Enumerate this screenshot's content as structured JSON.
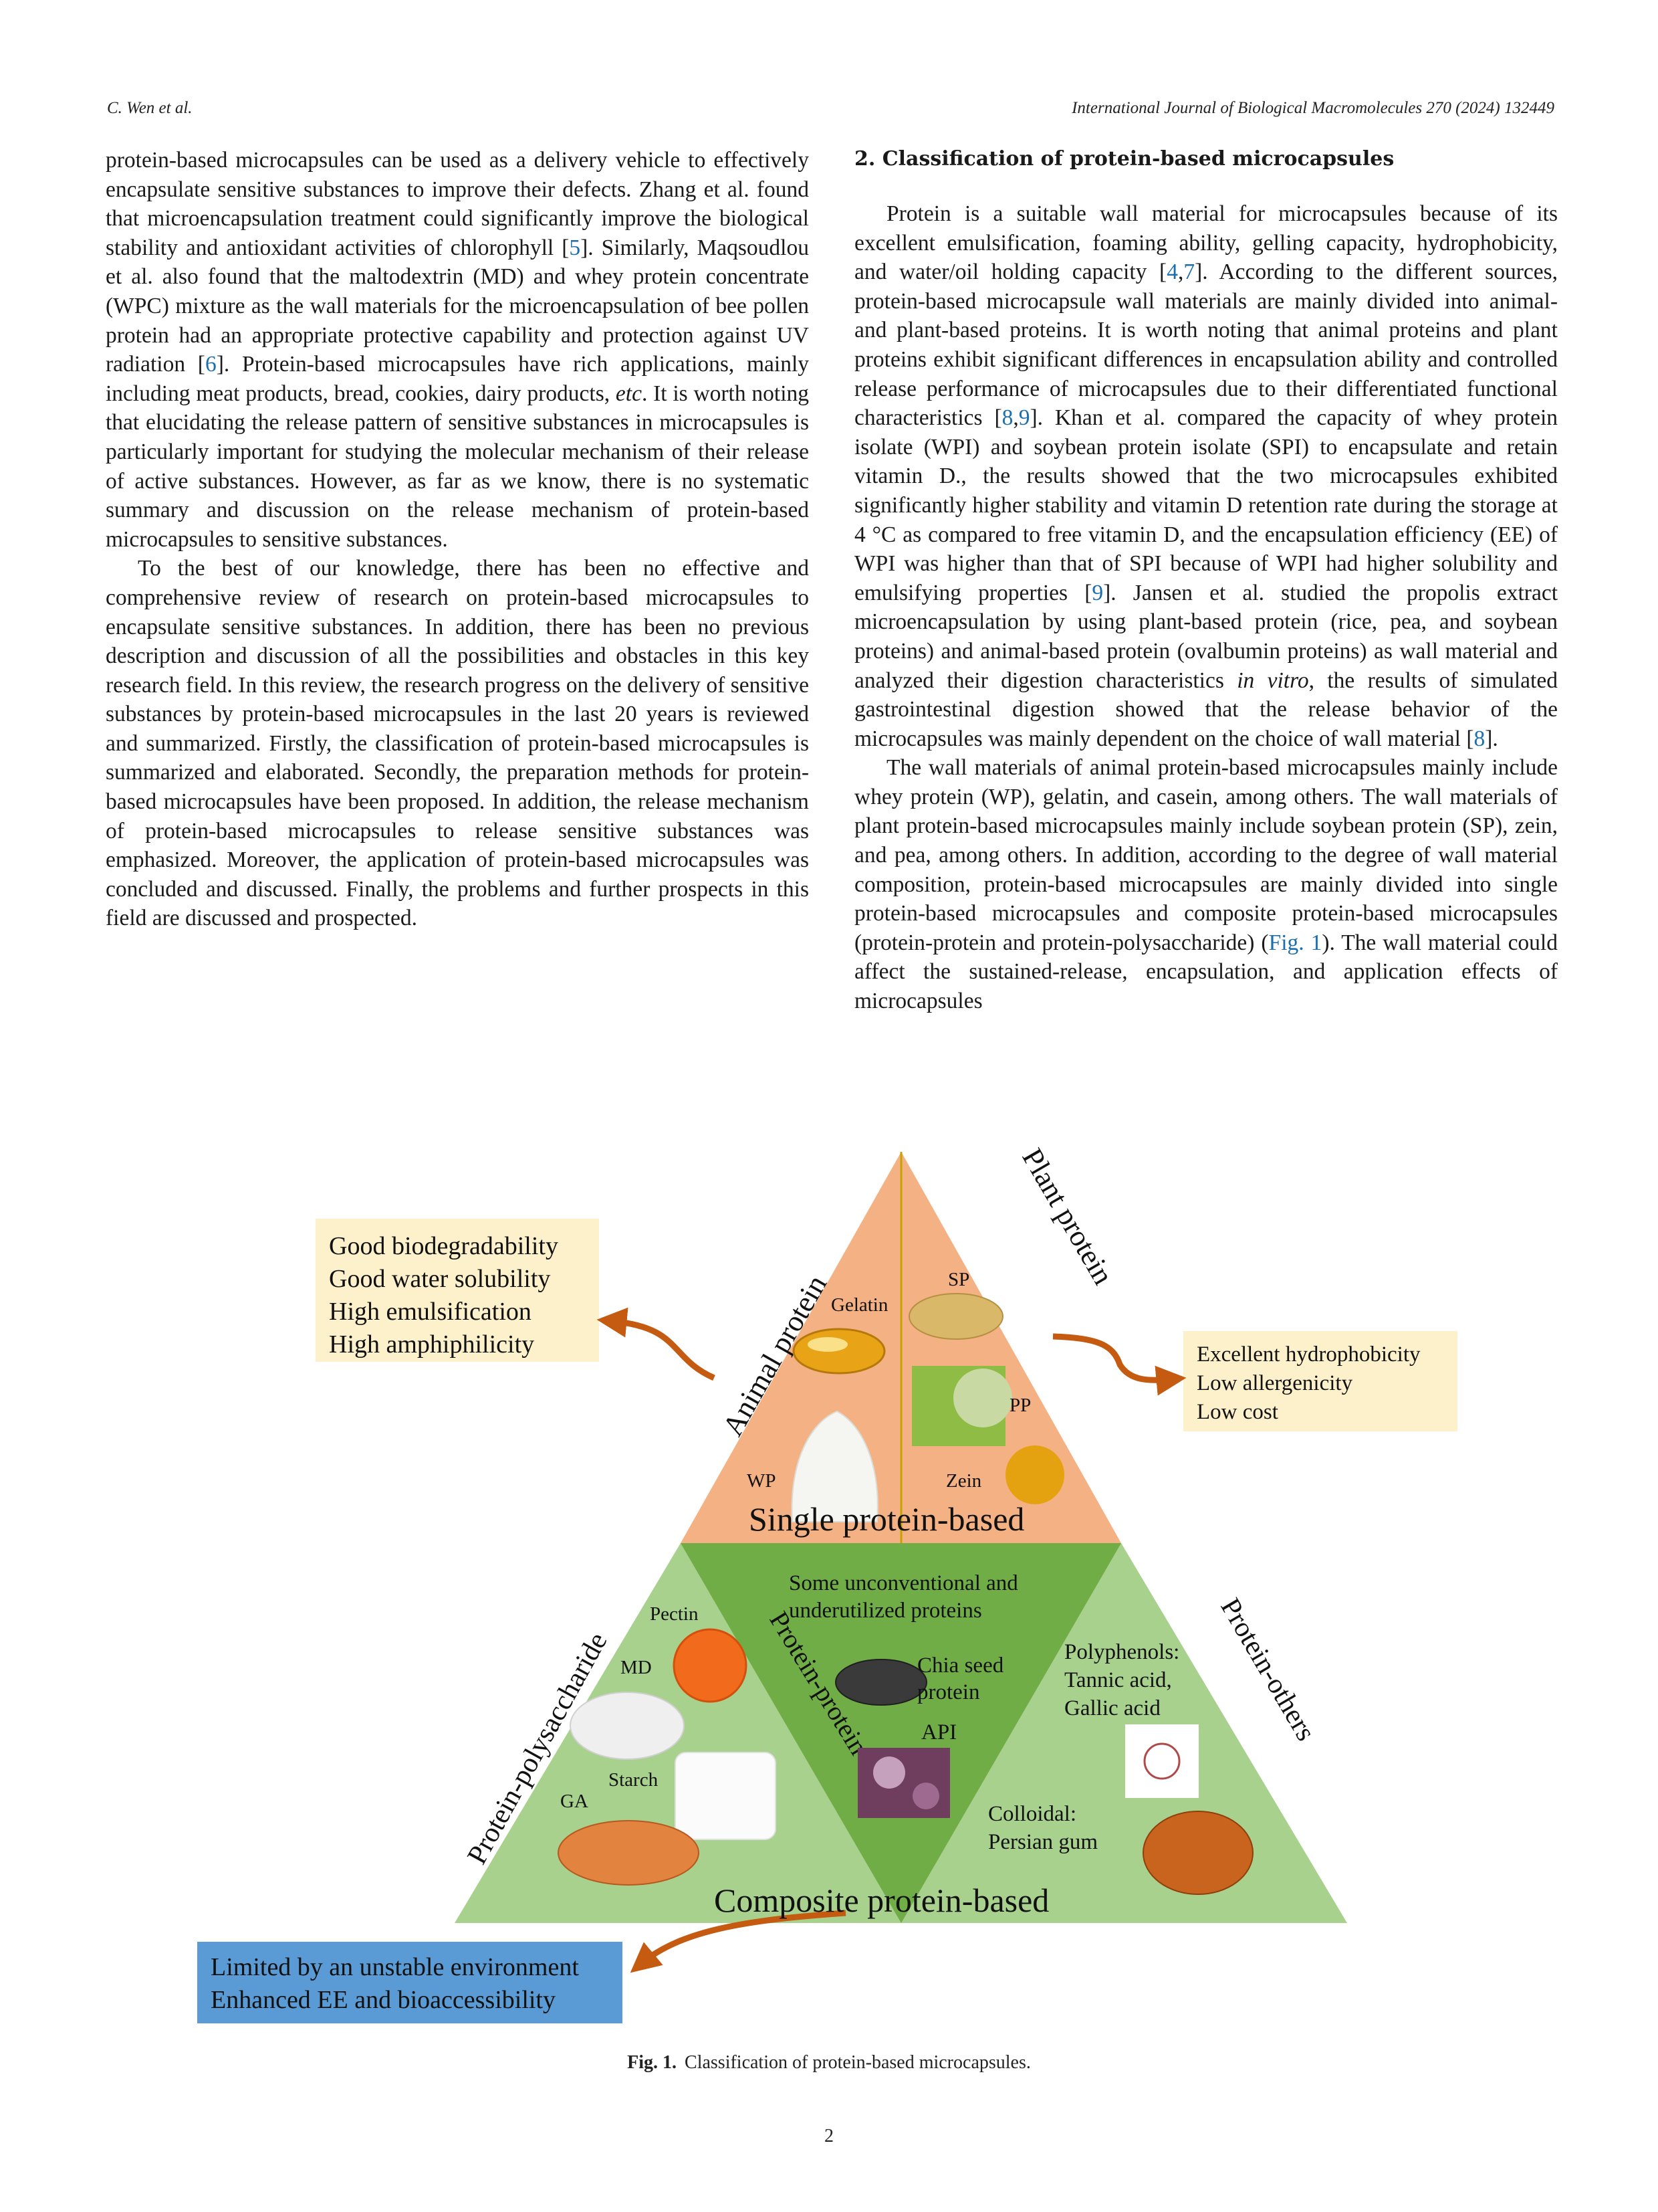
{
  "header": {
    "left": "C. Wen et al.",
    "right": "International Journal of Biological Macromolecules 270 (2024) 132449"
  },
  "left_column": {
    "p1": {
      "t1": "protein-based microcapsules can be used as a delivery vehicle to effectively encapsulate sensitive substances to improve their defects. Zhang et al. found that microencapsulation treatment could significantly improve the biological stability and antioxidant activities of chlorophyll [",
      "r1": "5",
      "t2": "]. Similarly, Maqsoudlou et al. also found that the maltodextrin (MD) and whey protein concentrate (WPC) mixture as the wall materials for the microencapsulation of bee pollen protein had an appropriate protective capability and protection against UV radiation [",
      "r2": "6",
      "t3": "]. Protein-based microcapsules have rich applications, mainly including meat products, bread, cookies, dairy products, ",
      "etc": "etc",
      "t4": ". It is worth noting that elucidating the release pattern of sensitive substances in microcapsules is particularly important for studying the molecular mechanism of their release of active substances. However, as far as we know, there is no systematic summary and discussion on the release mechanism of protein-based microcapsules to sensitive substances."
    },
    "p2": "To the best of our knowledge, there has been no effective and comprehensive review of research on protein-based microcapsules to encapsulate sensitive substances. In addition, there has been no previous description and discussion of all the possibilities and obstacles in this key research field. In this review, the research progress on the delivery of sensitive substances by protein-based microcapsules in the last 20 years is reviewed and summarized. Firstly, the classification of protein-based microcapsules is summarized and elaborated. Secondly, the preparation methods for protein-based microcapsules have been proposed. In addition, the release mechanism of protein-based microcapsules to release sensitive substances was emphasized. Moreover, the application of protein-based microcapsules was concluded and discussed. Finally, the problems and further prospects in this field are discussed and prospected."
  },
  "right_column": {
    "heading": "2.  Classification of protein-based microcapsules",
    "p1": {
      "t1": "Protein is a suitable wall material for microcapsules because of its excellent emulsification, foaming ability, gelling capacity, hydrophobicity, and water/oil holding capacity [",
      "r1": "4",
      "comma1": ",",
      "r2": "7",
      "t2": "]. According to the different sources, protein-based microcapsule wall materials are mainly divided into animal- and plant-based proteins. It is worth noting that animal proteins and plant proteins exhibit significant differences in encapsulation ability and controlled release performance of microcapsules due to their differentiated functional characteristics [",
      "r3": "8",
      "comma2": ",",
      "r4": "9",
      "t3": "]. Khan et al. compared the capacity of whey protein isolate (WPI) and soybean protein isolate (SPI) to encapsulate and retain vitamin D., the results showed that the two microcapsules exhibited significantly higher stability and vitamin D retention rate during the storage at 4 °C as compared to free vitamin D, and the encapsulation efficiency (EE) of WPI was higher than that of SPI because of WPI had higher solubility and emulsifying properties [",
      "r5": "9",
      "t4": "]. Jansen et al. studied the propolis extract microencapsulation by using plant-based protein (rice, pea, and soybean proteins) and animal-based protein (ovalbumin proteins) as wall material and analyzed their digestion characteristics ",
      "invitro": "in vitro",
      "t5": ", the results of simulated gastrointestinal digestion showed that the release behavior of the microcapsules was mainly dependent on the choice of wall material [",
      "r6": "8",
      "t6": "]."
    },
    "p2": {
      "t1": "The wall materials of animal protein-based microcapsules mainly include whey protein (WP), gelatin, and casein, among others. The wall materials of plant protein-based microcapsules mainly include soybean protein (SP), zein, and pea, among others. In addition, according to the degree of wall material composition, protein-based microcapsules are mainly divided into single protein-based microcapsules and composite protein-based microcapsules (protein-protein and protein-polysaccharide) (",
      "figref": "Fig. 1",
      "t2": "). The wall material could affect the sustained-release, encapsulation, and application effects of microcapsules"
    }
  },
  "figure": {
    "animal_box": [
      "Good biodegradability",
      "Good water solubility",
      "High emulsification",
      "High amphiphilicity"
    ],
    "plant_box": [
      "Excellent hydrophobicity",
      "Low allergenicity",
      "Low cost"
    ],
    "bottom_box": [
      "Limited by an unstable environment",
      "Enhanced EE and bioaccessibility"
    ],
    "animal_protein": "Animal protein",
    "plant_protein": "Plant protein",
    "single_label": "Single protein-based",
    "composite_label": "Composite protein-based",
    "protein_polysaccharide": "Protein-polysaccharide",
    "protein_protein": "Protein-protein",
    "protein_others": "Protein-others",
    "gelatin": "Gelatin",
    "wp": "WP",
    "sp": "SP",
    "pp": "PP",
    "zein": "Zein",
    "pectin": "Pectin",
    "md": "MD",
    "starch": "Starch",
    "ga": "GA",
    "unconventional": [
      "Some unconventional and",
      "underutilized proteins"
    ],
    "chia": [
      "Chia seed",
      "protein"
    ],
    "api": "API",
    "polyphenols": [
      "Polyphenols:",
      "Tannic acid,",
      "Gallic acid"
    ],
    "colloidal": [
      "Colloidal:",
      "Persian gum"
    ],
    "colors": {
      "top_triangle": "#f4b183",
      "green_light": "#a9d18e",
      "green_dark": "#70ad47",
      "animal_box": "#fdf1cc",
      "plant_box": "#fdf1cc",
      "bottom_box": "#5b9bd5",
      "arrow": "#c55a11"
    }
  },
  "caption": {
    "label": "Fig. 1.",
    "text": "Classification of protein-based microcapsules."
  },
  "page_number": "2"
}
